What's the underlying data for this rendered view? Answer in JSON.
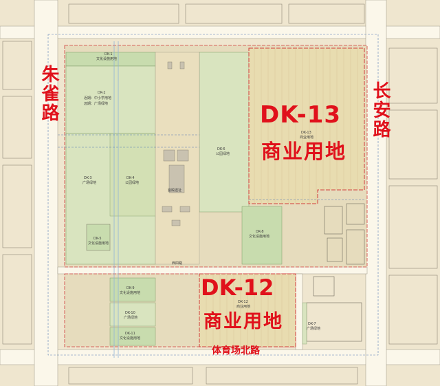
{
  "roads": {
    "zhuque": "朱雀路",
    "changan": "长安路",
    "tiyuchang_north": "体育场北路"
  },
  "parcels": {
    "dk13": {
      "code": "DK-13",
      "use": "商业用地",
      "small_code": "DK-13",
      "small_use": "商业用地"
    },
    "dk12": {
      "code": "DK-12",
      "use": "商业用地",
      "small_code": "DK-12",
      "small_use": "商业用地"
    },
    "dk1": {
      "code": "DK-1",
      "use": "文化设施用地"
    },
    "dk2": {
      "code": "DK-2",
      "use1": "近期：中小学用地",
      "use2": "远期：广场绿地"
    },
    "dk3": {
      "code": "DK-3",
      "use": "广场绿地"
    },
    "dk4": {
      "code": "DK-4",
      "use": "公园绿地"
    },
    "dk5": {
      "code": "DK-5",
      "use": "文化设施用地"
    },
    "dk6": {
      "code": "DK-6",
      "use": "公园绿地"
    },
    "dk8": {
      "code": "DK-8",
      "use": "文化设施用地"
    },
    "dk9": {
      "code": "DK-9",
      "use": "文化设施用地"
    },
    "dk10": {
      "code": "DK-10",
      "use": "广场绿地"
    },
    "dk11": {
      "code": "DK-11",
      "use": "文化设施用地"
    },
    "dk7": {
      "code": "DK-7",
      "use": "广场绿地"
    }
  },
  "notes": {
    "west_gate": "西四路",
    "palace": "宫殿遗址"
  },
  "colors": {
    "background": "#efe6cf",
    "park_green": "#d9e4bf",
    "culture_green": "#c8dcae",
    "commercial": "#e8dcb0",
    "label_red": "#e0111b",
    "boundary_red": "#d23b3b",
    "road_white": "#fbf7ea",
    "building": "#c9c2b0"
  },
  "icons": [
    "compass-none"
  ]
}
